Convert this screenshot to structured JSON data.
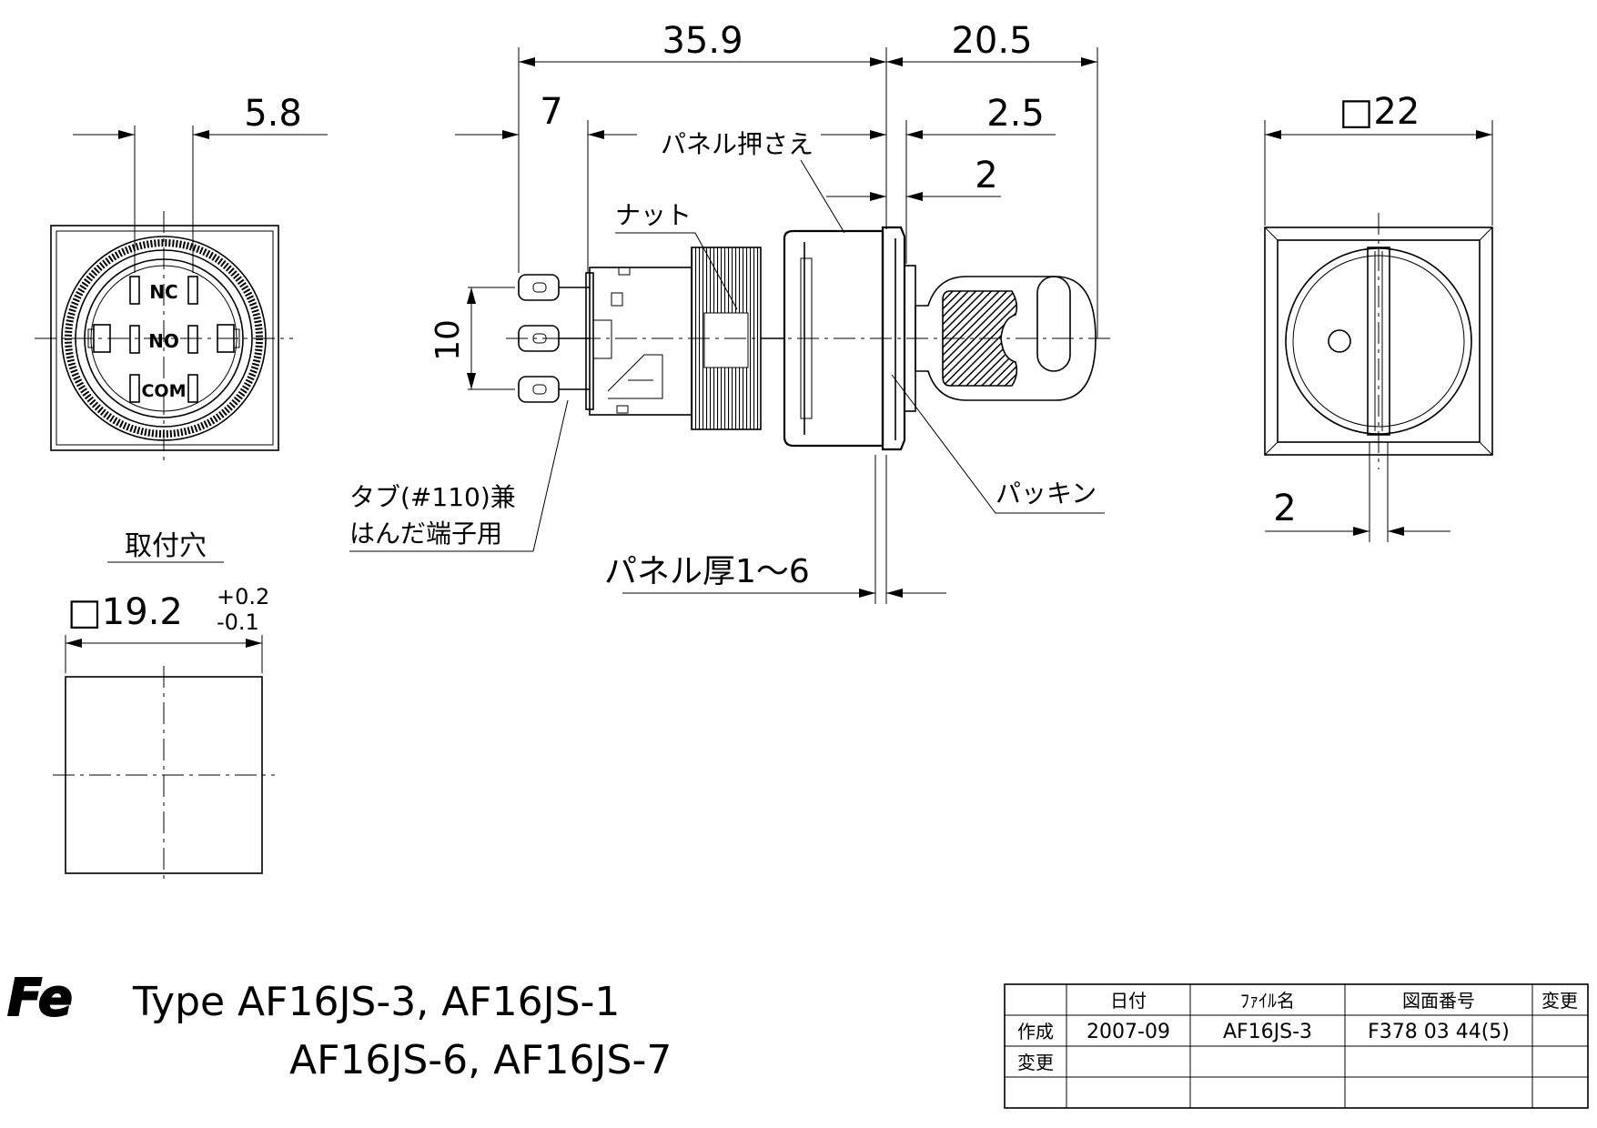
{
  "dimensions": {
    "overall_length": "35.9",
    "key_length": "20.5",
    "terminal_offset": "7",
    "flange_2_5": "2.5",
    "flange_2": "2",
    "terminal_pitch": "5.8",
    "square_size": "□22",
    "pitch_10": "10",
    "key_width": "2"
  },
  "labels": {
    "panel_holder": "パネル押さえ",
    "nut": "ナット",
    "tab_line1": "タブ(#110)兼",
    "tab_line2": "はんだ端子用",
    "packing": "パッキン",
    "panel_thickness": "パネル厚1～6",
    "mounting_hole": "取付穴",
    "hole_size": "□19.2",
    "tol_plus": "+0.2",
    "tol_minus": "-0.1"
  },
  "terminals": {
    "nc": "NC",
    "no": "NO",
    "com": "COM"
  },
  "title": {
    "logo": "Fe",
    "line1": "Type  AF16JS-3, AF16JS-1",
    "line2": "AF16JS-6, AF16JS-7"
  },
  "title_block": {
    "headers": [
      "",
      "日付",
      "ﾌｧｲﾙ名",
      "図面番号",
      "変更"
    ],
    "rows": [
      [
        "作成",
        "2007-09",
        "AF16JS-3",
        "F378 03 44(5)",
        ""
      ],
      [
        "変更",
        "",
        "",
        "",
        ""
      ],
      [
        "",
        "",
        "",
        "",
        ""
      ]
    ]
  }
}
